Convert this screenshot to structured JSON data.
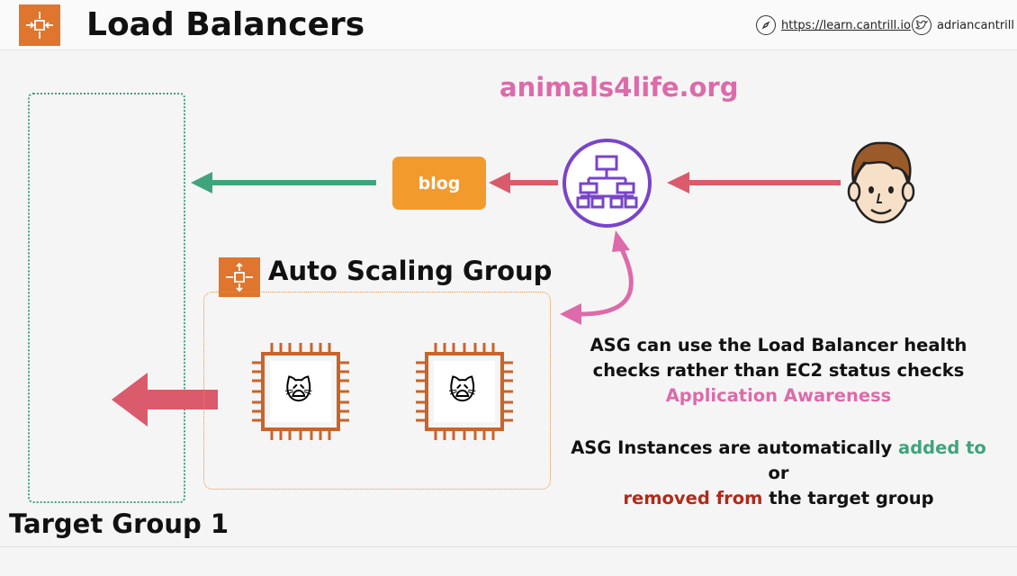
{
  "header": {
    "title": "Load Balancers",
    "link_text": "https://learn.cantrill.io",
    "username": "adriancantrill",
    "icons": {
      "section": "load-balancer-icon",
      "link": "compass-icon",
      "user": "twitter-icon"
    }
  },
  "diagram": {
    "domain": "animals4life.org",
    "blog_label": "blog",
    "target_group_label": "Target Group 1",
    "asg_label": "Auto Scaling Group",
    "instances": [
      {
        "icon": "ec2-instance-icon",
        "emoji": "🙀"
      },
      {
        "icon": "ec2-instance-icon",
        "emoji": "🙀"
      }
    ]
  },
  "notes": {
    "health_line1": "ASG can use the Load Balancer health",
    "health_line2": "checks rather than EC2 status checks",
    "awareness": "Application Awareness",
    "instances_part1": "ASG Instances are automatically ",
    "added": "added to",
    "instances_part2": " or",
    "removed": "removed from",
    "instances_part3": " the target group"
  },
  "colors": {
    "orange": "#e0752d",
    "green": "#3fa47c",
    "red_arrow": "#d95b6c",
    "purple": "#7944c9",
    "pink": "#dd6aaa",
    "chip": "#c9642a",
    "removed": "#b02a1a"
  }
}
